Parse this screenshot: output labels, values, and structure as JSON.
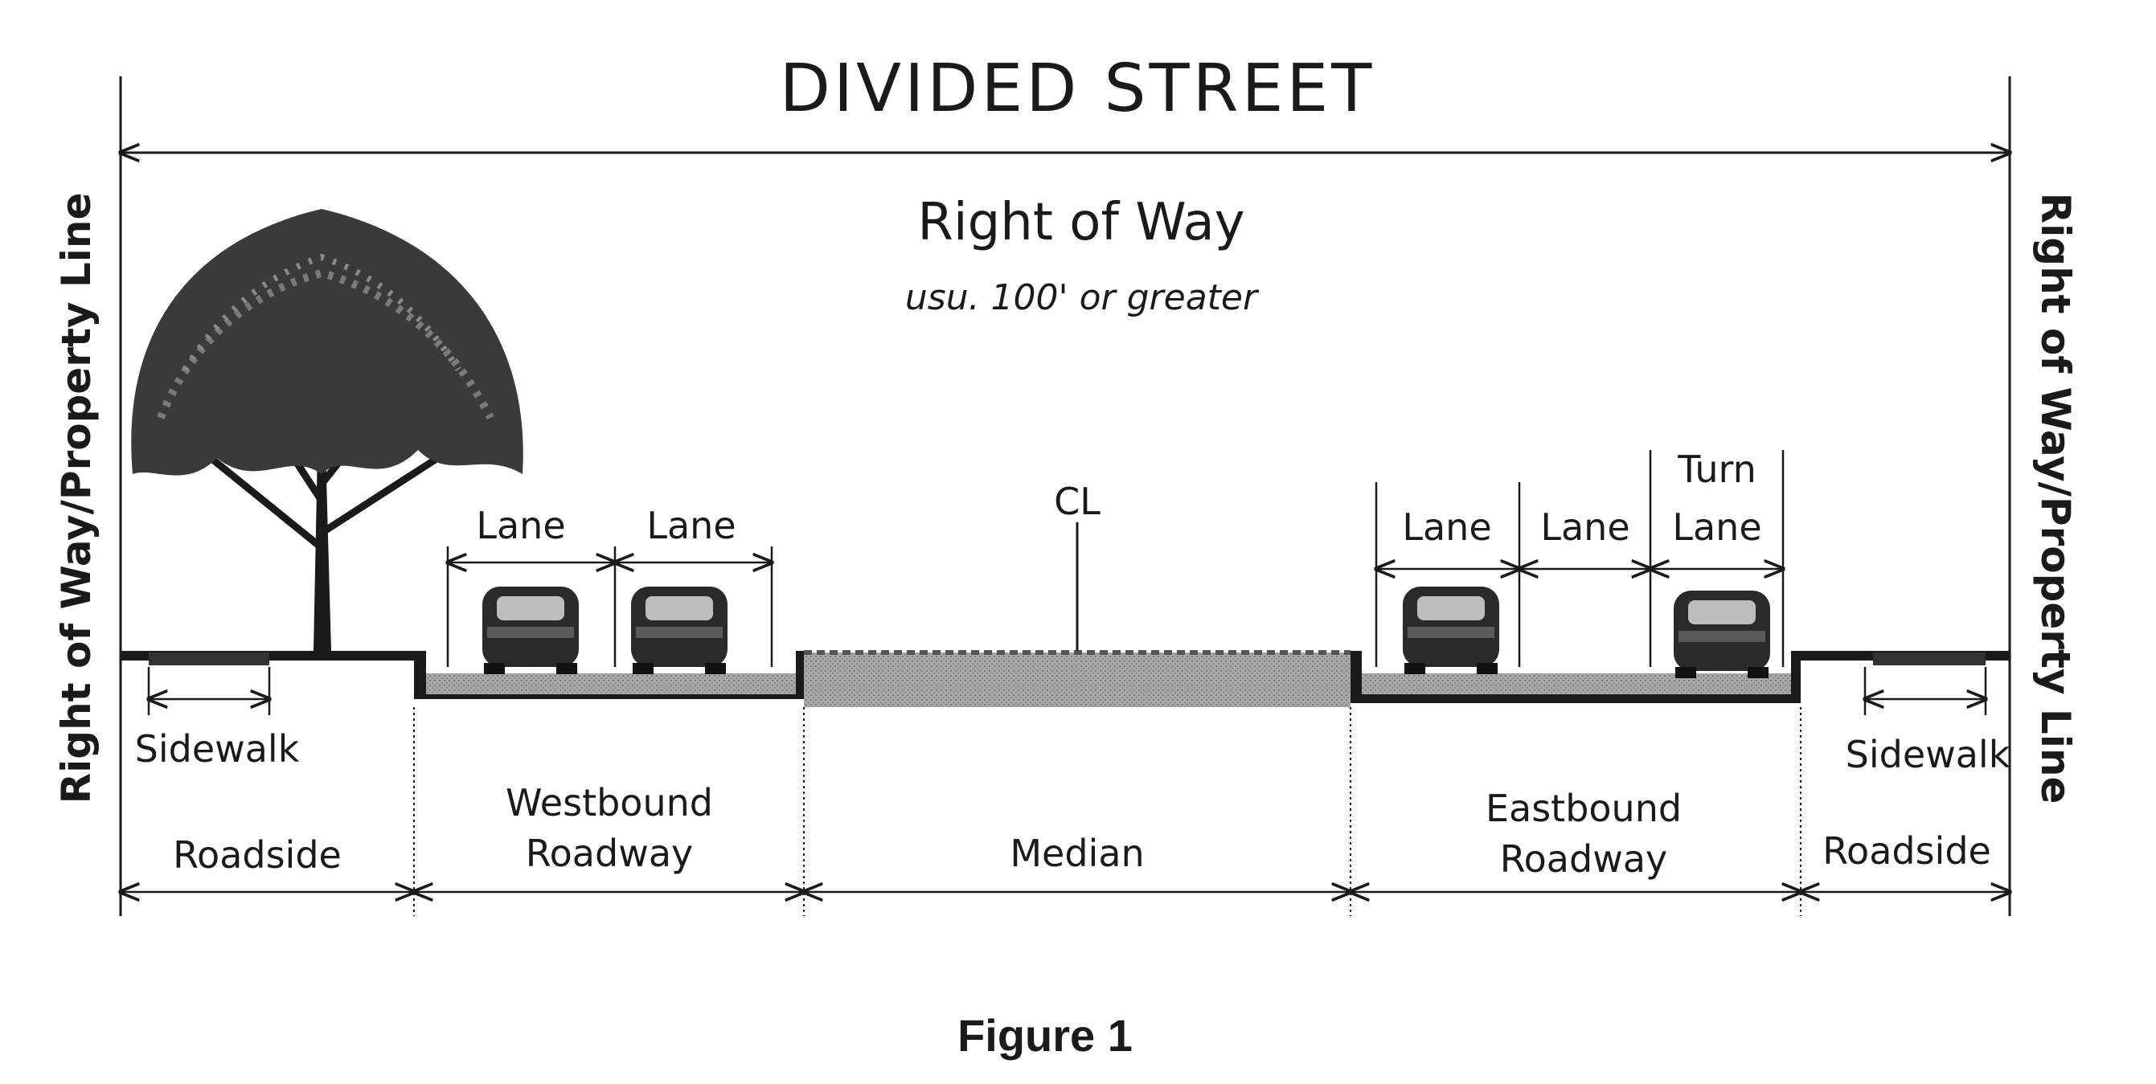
{
  "diagram": {
    "title": "DIVIDED STREET",
    "right_of_way": {
      "label": "Right of Way",
      "note": "usu. 100' or greater"
    },
    "property_line_left": "Right of Way/Property Line",
    "property_line_right": "Right of Way/Property Line",
    "centerline_symbol": "CL",
    "westbound_lanes": [
      "Lane",
      "Lane"
    ],
    "eastbound_lanes": [
      "Lane",
      "Lane"
    ],
    "turn_lane": {
      "line1": "Turn",
      "line2": "Lane"
    },
    "sidewalk_left": "Sidewalk",
    "sidewalk_right": "Sidewalk",
    "segments": {
      "roadside_left": "Roadside",
      "westbound": {
        "line1": "Westbound",
        "line2": "Roadway"
      },
      "median": "Median",
      "eastbound": {
        "line1": "Eastbound",
        "line2": "Roadway"
      },
      "roadside_right": "Roadside"
    }
  },
  "caption": "Figure 1",
  "colors": {
    "ink": "#1a1a1a",
    "pavement": "#9a9a9a",
    "median_fill": "#b0b0b0",
    "tree_canopy": "#3a3a3a",
    "car_body": "#2a2a2a"
  }
}
